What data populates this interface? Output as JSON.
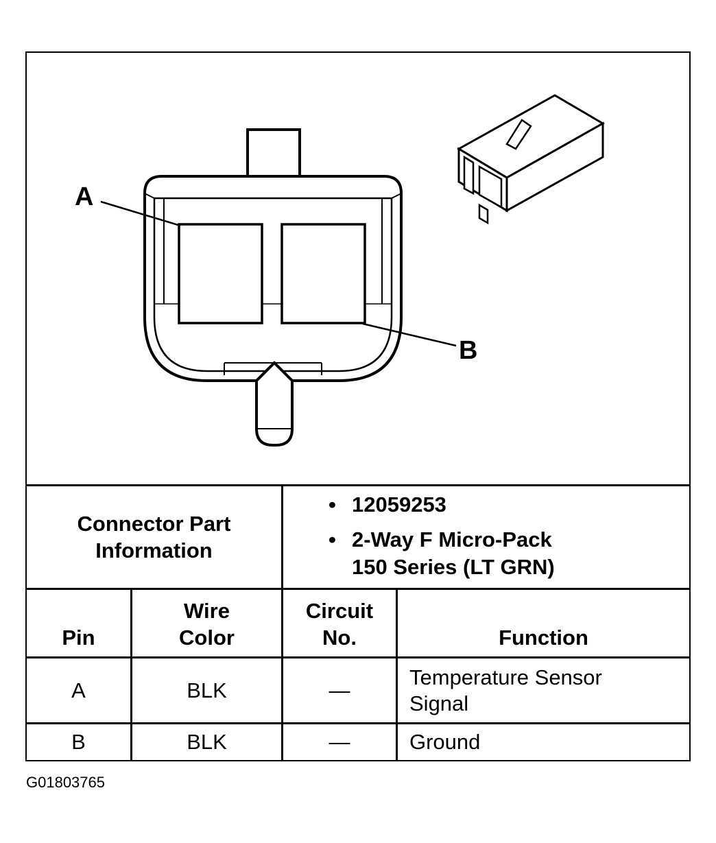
{
  "diagram": {
    "callouts": {
      "a": "A",
      "b": "B"
    }
  },
  "connector_info": {
    "label_line1": "Connector Part",
    "label_line2": "Information",
    "items": [
      "12059253",
      "2-Way F Micro-Pack",
      "150 Series (LT GRN)"
    ],
    "bullet": "•"
  },
  "table": {
    "headers": {
      "pin": "Pin",
      "wire_color_line1": "Wire",
      "wire_color_line2": "Color",
      "circuit_line1": "Circuit",
      "circuit_line2": "No.",
      "function": "Function"
    },
    "rows": [
      {
        "pin": "A",
        "wire_color": "BLK",
        "circuit": "—",
        "function_line1": "Temperature Sensor",
        "function_line2": "Signal"
      },
      {
        "pin": "B",
        "wire_color": "BLK",
        "circuit": "—",
        "function_line1": "Ground",
        "function_line2": ""
      }
    ]
  },
  "figure_id": "G01803765"
}
